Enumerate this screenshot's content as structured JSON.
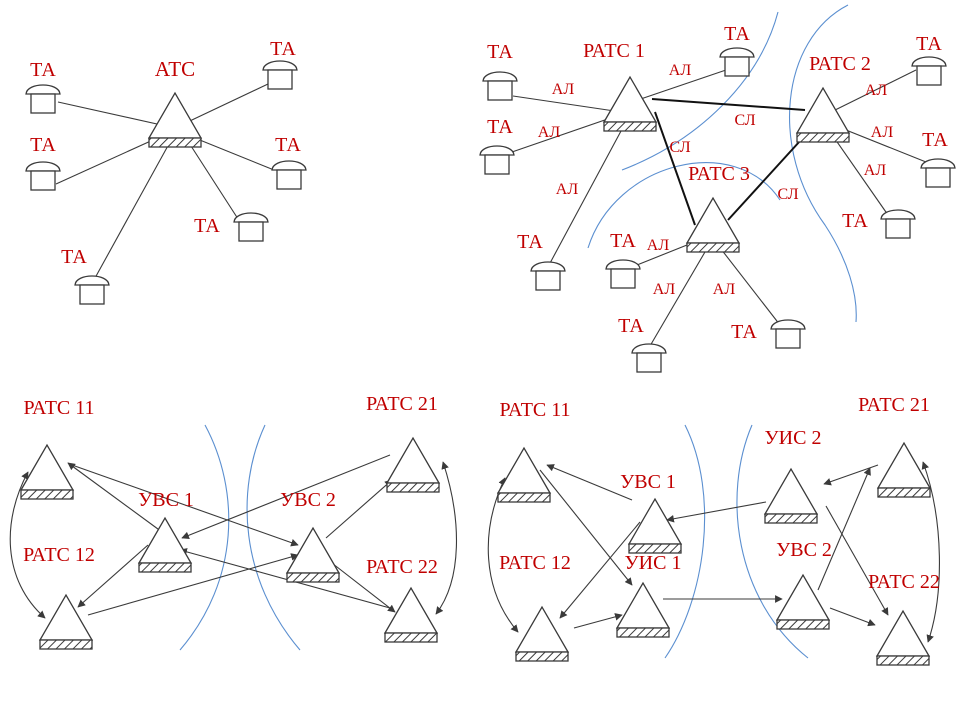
{
  "colors": {
    "label": "#c00000",
    "line": "#3a3a3a",
    "boundary": "#5b8fd0",
    "hatch_bg": "#ffffff"
  },
  "icons": {
    "station": "hatched-triangle-icon",
    "phone": "telephone-icon"
  },
  "labels": {
    "ta": "ТА",
    "ats": "АТС",
    "al": "АЛ",
    "sl": "СЛ",
    "rats1": "РАТС 1",
    "rats2": "РАТС 2",
    "rats3": "РАТС 3",
    "rats11": "РАТС 11",
    "rats12": "РАТС 12",
    "rats21": "РАТС 21",
    "rats22": "РАТС 22",
    "uvs1": "УВС 1",
    "uvs2": "УВС 2",
    "uis1": "УИС 1",
    "uis2": "УИС 2"
  }
}
